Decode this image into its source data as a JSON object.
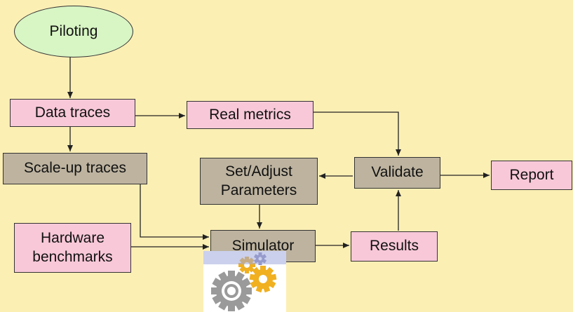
{
  "nodes": {
    "piloting": "Piloting",
    "data_traces": "Data traces",
    "real_metrics": "Real metrics",
    "scaleup_traces": "Scale-up traces",
    "set_adjust": "Set/Adjust Parameters",
    "validate": "Validate",
    "report": "Report",
    "hardware": "Hardware benchmarks",
    "simulator": "Simulator",
    "results": "Results"
  },
  "colors": {
    "background": "#fcefb4",
    "pink_box": "#f8c8d8",
    "grey_box": "#bdb39f",
    "ellipse": "#d8f5c4",
    "gear_grey": "#9a9a9a",
    "gear_orange": "#f0b020",
    "gear_purple": "#8a8ab8"
  },
  "icons": [
    "gears-icon"
  ]
}
